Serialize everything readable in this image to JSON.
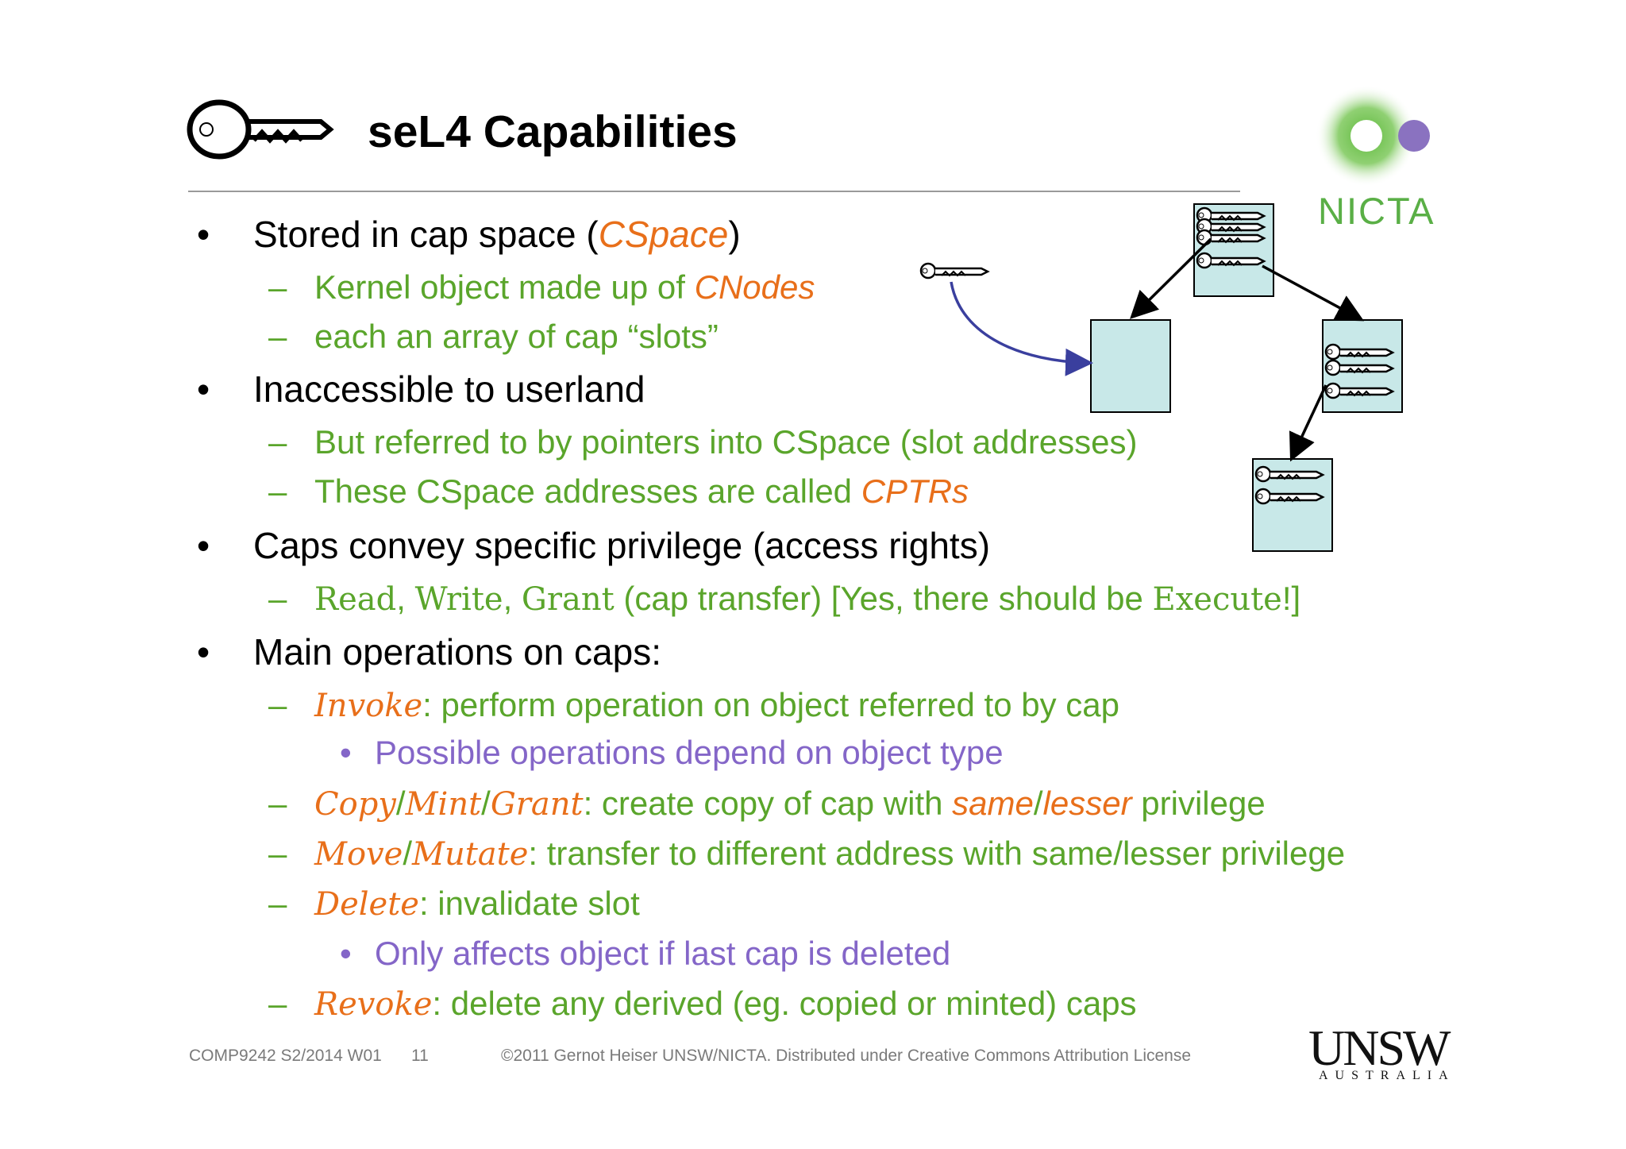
{
  "title": "seL4 Capabilities",
  "bullets": {
    "b1": {
      "pre": "Stored in cap space (",
      "em": "CSpace",
      "post": ")"
    },
    "b1_s1": {
      "pre": "Kernel object made up of ",
      "em": "CNodes"
    },
    "b1_s2": "each an array of cap “slots”",
    "b2": "Inaccessible to userland",
    "b2_s1": "But referred to by pointers into CSpace (slot addresses)",
    "b2_s2": {
      "pre": "These CSpace addresses are called ",
      "em": "CPTRs"
    },
    "b3": "Caps convey specific privilege (access rights)",
    "b3_s1": {
      "read": "Read",
      "c1": ", ",
      "write": "Write",
      "c2": ", ",
      "grant": "Grant",
      "mid": " (cap transfer) [Yes, there should be ",
      "execute": "Execute",
      "end": "!]"
    },
    "b4": "Main operations on caps:",
    "op_invoke": {
      "name": "Invoke",
      "desc": ": perform operation on object referred to by cap"
    },
    "op_invoke_sub": "Possible operations depend on object type",
    "op_copy": {
      "n1": "Copy",
      "s1": "/",
      "n2": "Mint",
      "s2": "/",
      "n3": "Grant",
      "desc": ": create copy of cap with ",
      "e1": "same",
      "slash": "/",
      "e2": "lesser",
      "end": " privilege"
    },
    "op_move": {
      "n1": "Move",
      "s1": "/",
      "n2": "Mutate",
      "desc": ": transfer to different address with same/lesser privilege"
    },
    "op_delete": {
      "name": "Delete",
      "desc": ": invalidate slot"
    },
    "op_delete_sub": "Only affects object if last cap is deleted",
    "op_revoke": {
      "name": "Revoke",
      "desc": ": delete any derived (eg. copied or minted) caps"
    }
  },
  "footer": {
    "course": "COMP9242 S2/2014 W01",
    "page": "11",
    "copyright": "©2011 Gernot Heiser UNSW/NICTA. Distributed under Creative Commons Attribution License"
  },
  "logos": {
    "nicta": "NICTA",
    "unsw": "UNSW",
    "australia": "AUSTRALIA"
  },
  "icons": {
    "title_icon": "key-icon"
  },
  "colors": {
    "green": "#5aa52b",
    "orange": "#e86f1a",
    "purple": "#8466c8",
    "cnode_fill": "#c8e8e8",
    "arrow_blue": "#3a3f9e"
  }
}
